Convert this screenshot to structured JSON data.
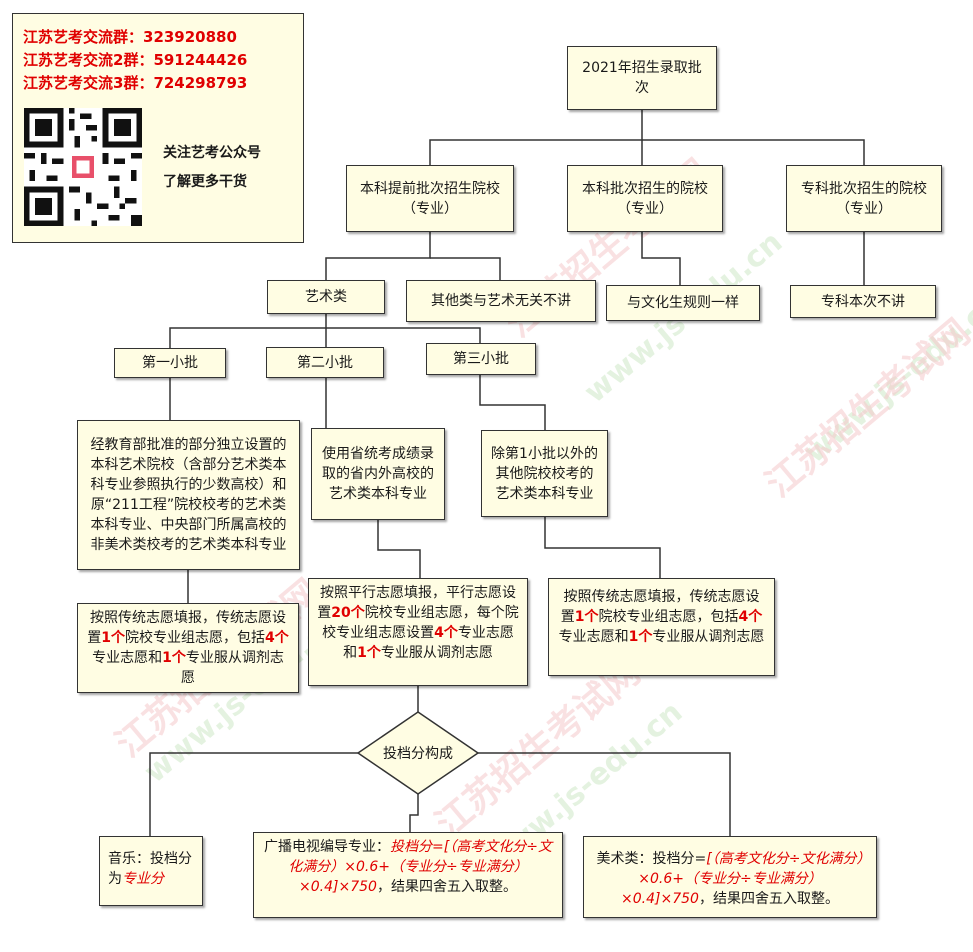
{
  "info": {
    "groups": [
      "江苏艺考交流群：323920880",
      "江苏艺考交流2群：591244426",
      "江苏艺考交流3群：724298793"
    ],
    "follow_line1": "关注艺考公众号",
    "follow_line2": "了解更多干货"
  },
  "watermarks": {
    "cn": "江苏招生考试网",
    "url": "www.js-edu.cn"
  },
  "nodes": {
    "root": "2021年招生录取批次",
    "early": "本科提前批次招生院校（专业）",
    "regular": "本科批次招生的院校（专业）",
    "vocational": "专科批次招生的院校（专业）",
    "arts": "艺术类",
    "other": "其他类与艺术无关不讲",
    "same_as_culture": "与文化生规则一样",
    "vocational_note": "专科本次不讲",
    "batch1": "第一小批",
    "batch2": "第二小批",
    "batch3": "第三小批",
    "batch1_desc": "经教育部批准的部分独立设置的本科艺术院校（含部分艺术类本科专业参照执行的少数高校）和原“211工程”院校校考的艺术类本科专业、中央部门所属高校的非美术类校考的艺术类本科专业",
    "batch2_desc": "使用省统考成绩录取的省内外高校的艺术类本科专业",
    "batch3_desc": "除第1小批以外的其他院校校考的艺术类本科专业",
    "batch1_rule": {
      "p1": "按照传统志愿填报，传统志愿设置",
      "n1": "1个",
      "p2": "院校专业组志愿，包括",
      "n2": "4个",
      "p3": "专业志愿和",
      "n3": "1个",
      "p4": "专业服从调剂志愿"
    },
    "batch2_rule": {
      "p1": "按照平行志愿填报，平行志愿设置",
      "n1": "20个",
      "p2": "院校专业组志愿，每个院校专业组志愿设置",
      "n2": "4个",
      "p3": "专业志愿和",
      "n3": "1个",
      "p4": "专业服从调剂志愿"
    },
    "batch3_rule": {
      "p1": "按照传统志愿填报，传统志愿设置",
      "n1": "1个",
      "p2": "院校专业组志愿，包括",
      "n2": "4个",
      "p3": "专业志愿和",
      "n3": "1个",
      "p4": "专业服从调剂志愿"
    },
    "decision": "投档分构成",
    "music": {
      "label": "音乐：投档分为",
      "formula": "专业分"
    },
    "broadcast": {
      "label": "广播电视编导专业：",
      "formula": "投档分=[（高考文化分÷文化满分）×0.6+（专业分÷专业满分）×0.4]×750",
      "suffix": "，结果四舍五入取整。"
    },
    "fine_arts": {
      "label": "美术类：投档分=",
      "formula": "[（高考文化分÷文化满分）×0.6+（专业分÷专业满分）×0.4]×750",
      "suffix": "，结果四舍五入取整。"
    }
  },
  "colors": {
    "box_fill": "#fffde3",
    "line": "#333333",
    "accent_red": "#e00000"
  }
}
